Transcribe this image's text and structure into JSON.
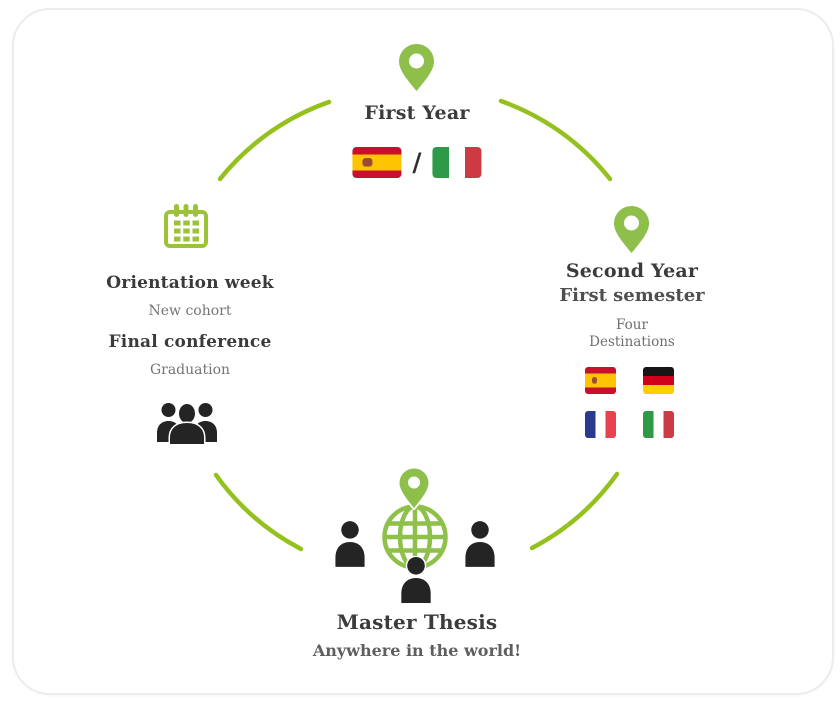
{
  "colors": {
    "arc_green": "#94c11e",
    "icon_green": "#8ebf4a",
    "calendar_green": "#9cc23c",
    "text_dark": "#3b3b3b",
    "text_medium": "#4f4f4f",
    "text_gray": "#757575",
    "silhouette_black": "#242424"
  },
  "icons": {
    "top_marker": "map-pin-icon",
    "right_marker": "map-pin-icon",
    "left_schedule": "calendar-icon",
    "left_people": "people-group-icon",
    "bottom_globe": "globe-icon",
    "bottom_globe_marker": "map-pin-icon",
    "bottom_people": "person-icon"
  },
  "nodes": {
    "first_year": {
      "title": "First Year",
      "separator": "/",
      "flags": [
        "spain",
        "italy"
      ]
    },
    "second_year": {
      "title": "Second Year",
      "subtitle": "First semester",
      "note_line1": "Four",
      "note_line2": "Destinations",
      "flags": [
        "spain",
        "germany",
        "france",
        "italy"
      ]
    },
    "orientation": {
      "item1_title": "Orientation week",
      "item1_subtitle": "New cohort",
      "item2_title": "Final conference",
      "item2_subtitle": "Graduation"
    },
    "master_thesis": {
      "title": "Master Thesis",
      "subtitle": "Anywhere in the world!"
    }
  }
}
